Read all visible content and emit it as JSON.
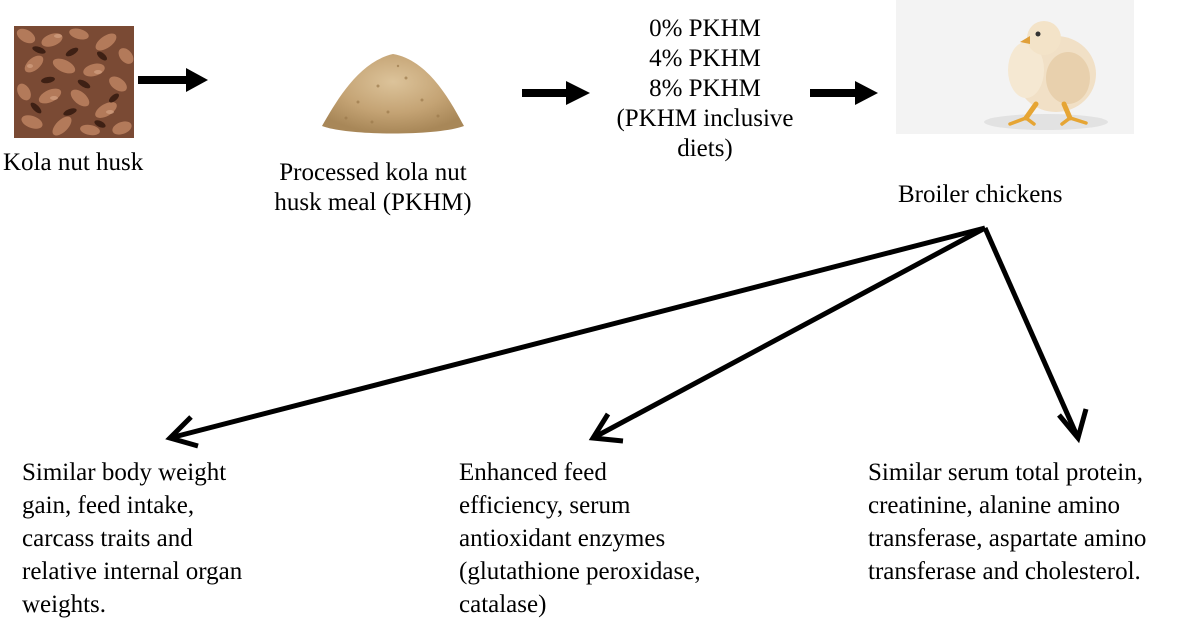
{
  "colors": {
    "arrow": "#000000",
    "text": "#000000",
    "background": "#ffffff"
  },
  "nodes": {
    "kola_nut_husk": {
      "label": "Kola nut husk",
      "picture": "kola-nut-husk-photo"
    },
    "pkhm": {
      "label_lines": [
        "Processed kola nut",
        "husk meal (PKHM)"
      ],
      "picture": "ground-meal-pile-photo"
    },
    "diets": {
      "label_lines": [
        "0% PKHM",
        "4% PKHM",
        "8% PKHM",
        "(PKHM inclusive",
        "diets)"
      ]
    },
    "broilers": {
      "label": "Broiler chickens",
      "picture": "broiler-chick-photo"
    }
  },
  "outcomes": {
    "growth": {
      "lines": [
        "Similar body weight",
        "gain, feed intake,",
        "carcass traits and",
        "relative internal organ",
        "weights."
      ]
    },
    "efficiency": {
      "lines": [
        "Enhanced feed",
        "efficiency, serum",
        "antioxidant enzymes",
        "(glutathione peroxidase,",
        "catalase)"
      ]
    },
    "serum": {
      "lines": [
        "Similar serum total protein,",
        "creatinine, alanine amino",
        "transferase, aspartate amino",
        "transferase and cholesterol."
      ]
    }
  }
}
